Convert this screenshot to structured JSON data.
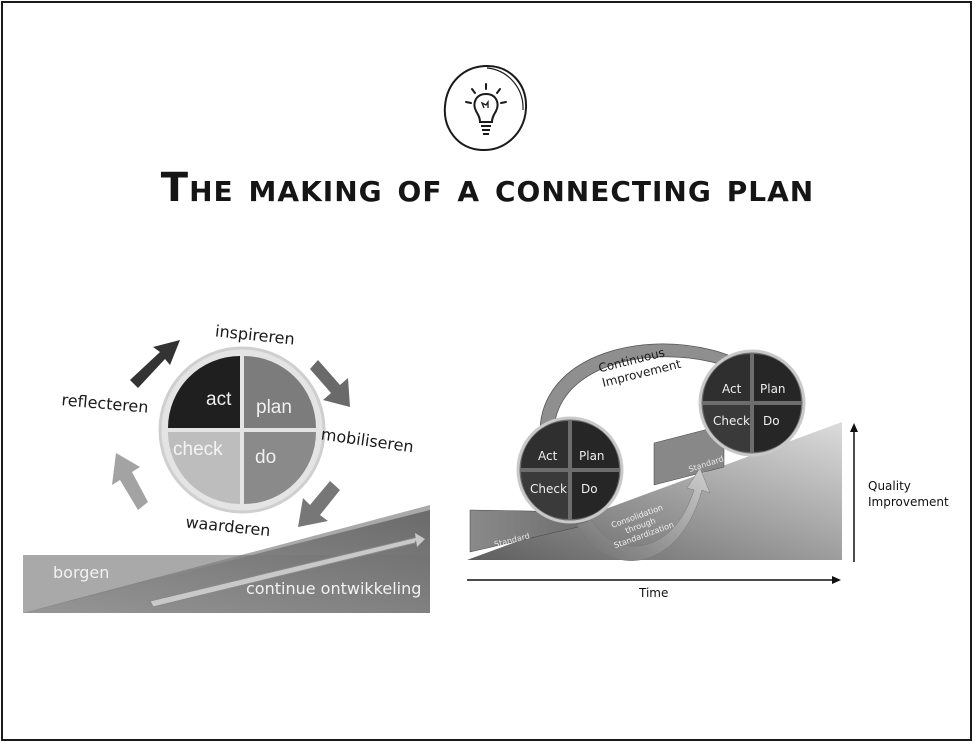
{
  "slide": {
    "title": "The making of a connecting plan",
    "icon": "lightbulb-icon"
  },
  "left_diagram": {
    "quadrants": {
      "act": "act",
      "plan": "plan",
      "check": "check",
      "do": "do"
    },
    "cycle_labels": {
      "inspireren": "inspireren",
      "mobiliseren": "mobiliseren",
      "waarderen": "waarderen",
      "reflecteren": "reflecteren"
    },
    "base_labels": {
      "borgen": "borgen",
      "development": "continue ontwikkeling"
    }
  },
  "right_diagram": {
    "wheel1": {
      "act": "Act",
      "plan": "Plan",
      "check": "Check",
      "do": "Do"
    },
    "wheel2": {
      "act": "Act",
      "plan": "Plan",
      "check": "Check",
      "do": "Do"
    },
    "arrow_label": [
      "Continuous",
      "Improvement"
    ],
    "standard_low": "Standard",
    "standard_high": "Standard",
    "consolidation": [
      "Consolidation",
      "through",
      "Standardization"
    ],
    "y_label": [
      "Quality",
      "Improvement"
    ],
    "x_label": "Time"
  },
  "colors": {
    "dark": "#1f1f1f",
    "mid": "#7c7c7c",
    "light": "#b9b9b9"
  }
}
